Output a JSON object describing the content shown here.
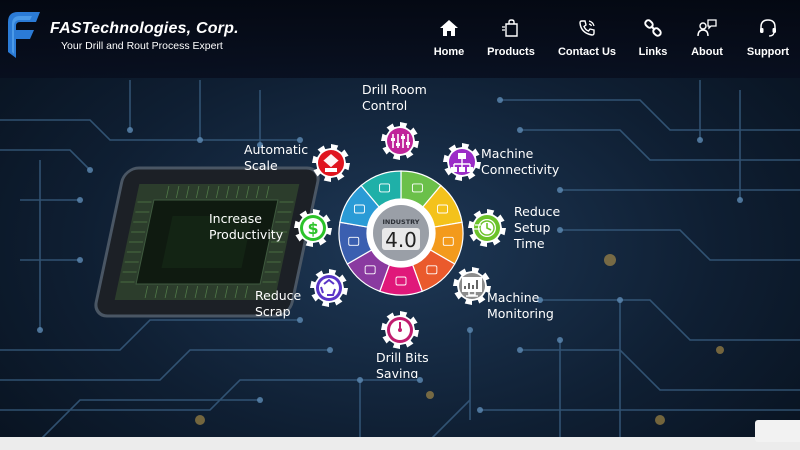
{
  "header": {
    "brand": "FASTechnologies, Corp.",
    "tagline": "Your Drill and Rout Process Expert"
  },
  "nav": [
    {
      "label": "Home",
      "icon": "home-icon"
    },
    {
      "label": "Products",
      "icon": "shopping-bag-icon"
    },
    {
      "label": "Contact Us",
      "icon": "phone-icon"
    },
    {
      "label": "Links",
      "icon": "link-icon"
    },
    {
      "label": "About",
      "icon": "about-chat-icon"
    },
    {
      "label": "Support",
      "icon": "headset-icon"
    }
  ],
  "wheel": {
    "center_top": "INDUSTRY",
    "center_value": "4.0",
    "segment_colors": [
      "#6bc04a",
      "#f4c21b",
      "#f39a1c",
      "#ea5a2c",
      "#e0187a",
      "#8a3aa0",
      "#3b5fb0",
      "#2a9bd6",
      "#1fb0a8"
    ]
  },
  "features": [
    {
      "line1": "Drill Room",
      "line2": "Control",
      "icon": "control-sliders-icon",
      "color": "#c0249a"
    },
    {
      "line1": "Machine",
      "line2": "Connectivity",
      "icon": "network-icon",
      "color": "#9b2bc7"
    },
    {
      "line1": "Reduce",
      "line2": "Setup",
      "line3": "Time",
      "icon": "stopwatch-icon",
      "color": "#6cc32a"
    },
    {
      "line1": "Machine",
      "line2": "Monitoring",
      "icon": "monitor-chart-icon",
      "color": "#8c8c8c"
    },
    {
      "line1": "Drill Bits",
      "line2": "Saving",
      "icon": "gauge-icon",
      "color": "#c01c6e"
    },
    {
      "line1": "Reduce",
      "line2": "Scrap",
      "icon": "recycle-icon",
      "color": "#5a35c7"
    },
    {
      "line1": "Increase",
      "line2": "Productivity",
      "icon": "dollar-icon",
      "color": "#2cc32a"
    },
    {
      "line1": "Automatic",
      "line2": "Scale",
      "icon": "scale-icon",
      "color": "#e0141e"
    }
  ]
}
